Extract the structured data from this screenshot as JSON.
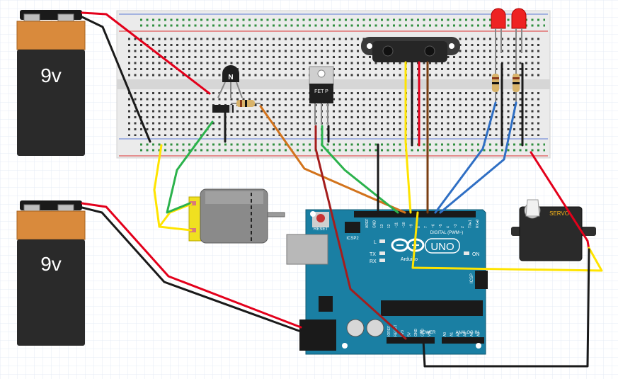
{
  "batteries": [
    {
      "label": "9v"
    },
    {
      "label": "9v"
    }
  ],
  "transistor": {
    "label": "N"
  },
  "mosfet": {
    "label": "FET P"
  },
  "arduino": {
    "model": "UNO",
    "brand": "Arduino",
    "reset_label": "RESET",
    "icsp2_label": "ICSP2",
    "icsp_label": "ICSP",
    "led_l": "L",
    "led_tx": "TX",
    "led_rx": "RX",
    "led_on": "ON",
    "digital_label": "DIGITAL (PWM~)",
    "power_label": "POWER",
    "analog_label": "ANALOG IN",
    "top_pins": [
      "AREF",
      "GND",
      "13",
      "12",
      "~11",
      "~10",
      "~9",
      "8",
      "7",
      "~6",
      "~5",
      "4",
      "~3",
      "2",
      "TX▸1",
      "RX◂0"
    ],
    "power_pins": [
      "IOREF",
      "RESET",
      "3V3",
      "5V",
      "GND",
      "GND",
      "VIN"
    ],
    "analog_pins": [
      "A0",
      "A1",
      "A2",
      "A3",
      "A4",
      "A5"
    ]
  },
  "servo": {
    "label": "SERVO"
  },
  "colors": {
    "wire_red": "#e3001b",
    "wire_black": "#1a1a1a",
    "wire_yellow": "#ffe400",
    "wire_green": "#2bb24c",
    "wire_orange": "#d2731c",
    "wire_blue": "#2f6fc4",
    "wire_brown": "#7a3e12",
    "wire_darkred": "#a41d1d",
    "board": "#1a7fa3",
    "breadboard": "#ebebeb",
    "battery_top": "#d98a3c",
    "battery_body": "#2a2a2a",
    "motor_yellow": "#f0e020"
  }
}
